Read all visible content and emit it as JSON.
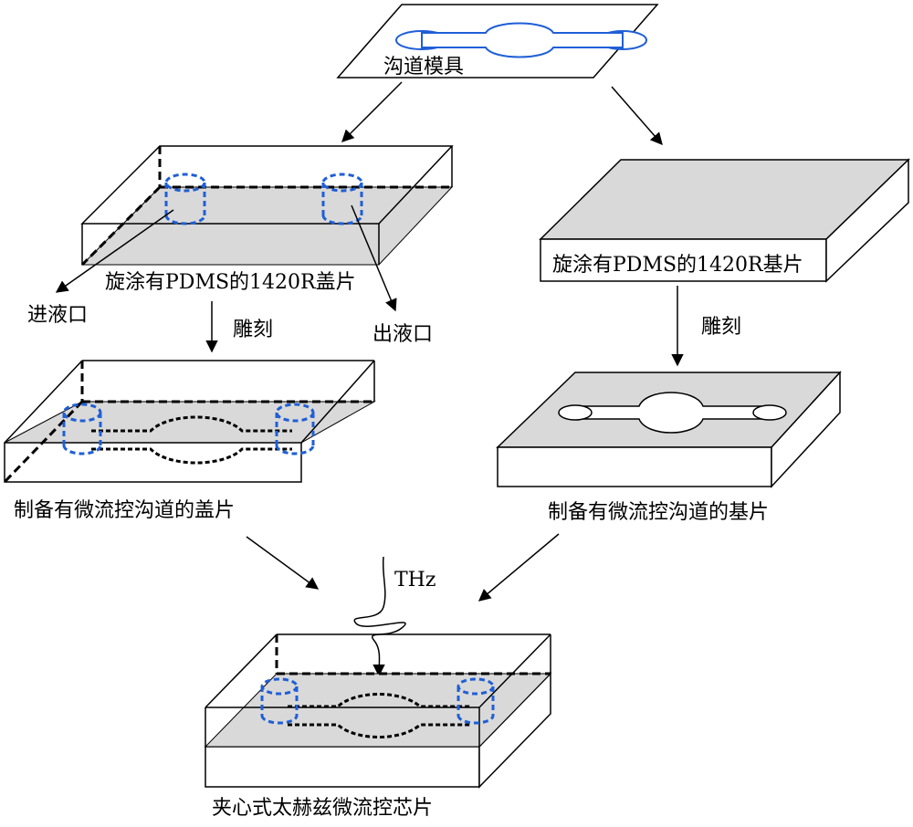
{
  "labels": {
    "mold": "沟道模具",
    "cover_spin": "旋涂有PDMS的1420R盖片",
    "substrate_spin": "旋涂有PDMS的1420R基片",
    "inlet": "进液口",
    "outlet": "出液口",
    "etch_left": "雕刻",
    "etch_right": "雕刻",
    "cover_channel": "制备有微流控沟道的盖片",
    "substrate_channel": "制备有微流控沟道的基片",
    "thz": "THz",
    "final_chip": "夹心式太赫兹微流控芯片"
  },
  "colors": {
    "face_gray": "#d9d9d9",
    "port_blue": "#1f5fd6",
    "line": "#000000"
  }
}
